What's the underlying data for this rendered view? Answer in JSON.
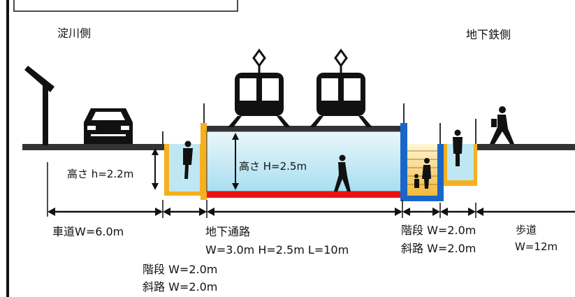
{
  "side_labels": {
    "left": "淀川側",
    "right": "地下鉄側"
  },
  "dimensions": {
    "left_height": "高さ h=2.2m",
    "tunnel_height": "高さ H=2.5m",
    "roadway": "車道W=6.0m",
    "tunnel_title": "地下通路",
    "tunnel_spec": "W=3.0m H=2.5m L=10m",
    "left_stairs": "階段 W=2.0m",
    "left_slope": "斜路 W=2.0m",
    "right_stairs": "階段 W=2.0m",
    "right_slope": "斜路 W=2.0m",
    "sidewalk_title": "歩道",
    "sidewalk_width": "W=12m"
  },
  "colors": {
    "ground": "#333333",
    "tunnel_fill": "#bfe7f3",
    "tunnel_floor": "#ee1111",
    "left_frame": "#f5b020",
    "right_frame": "#1a66c8",
    "stairs": "#f3c24a"
  },
  "icons": [
    "street-lamp-icon",
    "car-icon",
    "train-icon",
    "pedestrian-icon"
  ]
}
